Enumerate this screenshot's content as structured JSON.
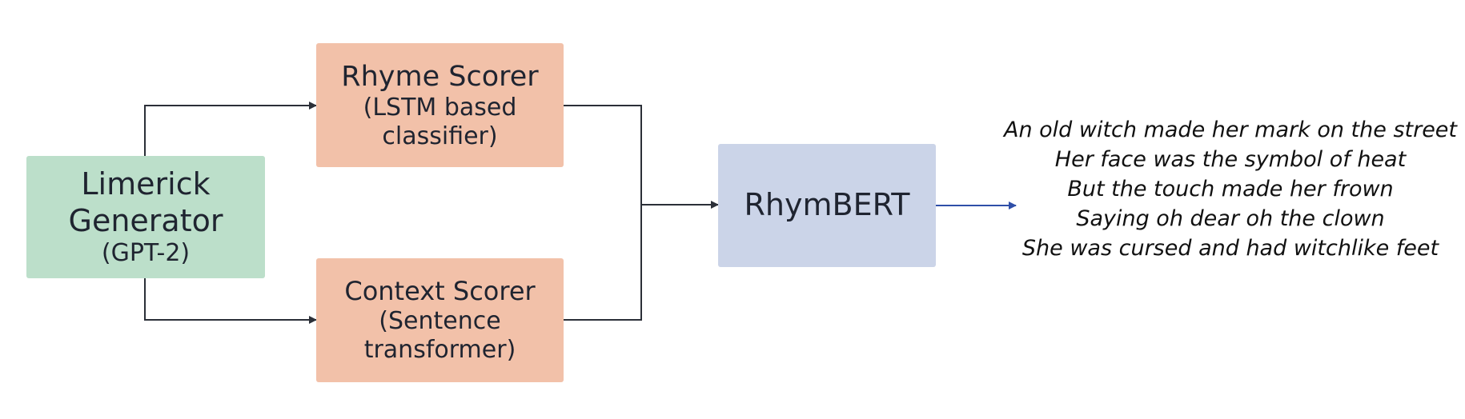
{
  "nodes": {
    "generator": {
      "line1": "Limerick",
      "line2": "Generator",
      "line3": "(GPT-2)"
    },
    "rhyme_scorer": {
      "title": "Rhyme Scorer",
      "sub1": "(LSTM based",
      "sub2": "classifier)"
    },
    "context_scorer": {
      "title": "Context Scorer",
      "sub1": "(Sentence",
      "sub2": "transformer)"
    },
    "rhymbert": {
      "title": "RhymBERT"
    }
  },
  "output_poem": [
    "An old witch made her mark on the street",
    "Her face was the symbol of heat",
    "But the touch made her frown",
    "Saying oh dear oh the clown",
    "She was cursed and had witchlike feet"
  ],
  "colors": {
    "generator": "#bcdfca",
    "scorer": "#f2c1a9",
    "rhymbert": "#cbd4e8",
    "connector": "#2b2f38",
    "output_arrow": "#2f4fa8"
  }
}
